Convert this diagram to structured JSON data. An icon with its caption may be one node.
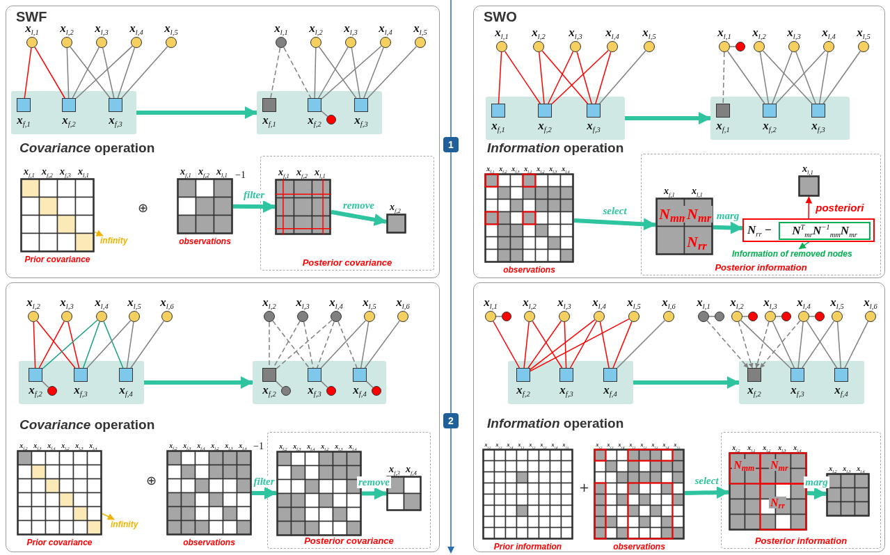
{
  "diagram": {
    "nodes": [
      {
        "text": [
          "SWF"
        ]
      },
      {
        "text": [
          "x$_{l,1}$"
        ],
        "in": 0
      },
      {
        "text": [
          "x$_{l,2}$"
        ],
        "in": 0
      },
      {
        "text": [
          "x$_{l,3}$"
        ],
        "in": 0
      },
      {
        "text": [
          "x$_{l,4}$"
        ],
        "in": 0
      },
      {
        "text": [
          "x$_{l,5}$"
        ],
        "in": 0
      },
      {
        "text": [],
        "shape": "box",
        "in": 0
      },
      {
        "text": [
          "x$_{f,1}$"
        ],
        "in": 6
      },
      {
        "text": [
          "x$_{f,2}$"
        ],
        "in": 6
      },
      {
        "text": [
          "x$_{f,3}$"
        ],
        "in": 6
      },
      {
        "text": [
          "x$_{l,1}$"
        ],
        "in": 0
      },
      {
        "text": [
          "x$_{l,2}$"
        ],
        "in": 0
      },
      {
        "text": [
          "x$_{l,3}$"
        ],
        "in": 0
      },
      {
        "text": [
          "x$_{l,4}$"
        ],
        "in": 0
      },
      {
        "text": [
          "x$_{l,5}$"
        ],
        "in": 0
      },
      {
        "text": [],
        "shape": "box",
        "in": 0
      },
      {
        "text": [
          "x$_{f,1}$"
        ],
        "in": 15
      },
      {
        "text": [
          "x$_{f,2}$"
        ],
        "in": 15
      },
      {
        "text": [
          "x$_{f,3}$"
        ],
        "in": 15
      },
      {
        "text": [],
        "shape": "circle",
        "in": 15
      },
      {
        "text": [
          "x$_{f,1}$",
          "x$_{f,2}$",
          "x$_{f,3}$",
          "x$_{l,1}$"
        ],
        "beside": [
          "Prior covariance"
        ],
        "in": 0
      },
      {
        "text": [
          "infinity"
        ],
        "in": 0
      },
      {
        "text": [
          "x$_{f,1}$",
          "x$_{f,2}$",
          "x$_{l,1}$"
        ],
        "beside": [
          "observations"
        ],
        "in": 0
      },
      {
        "text": [
          "Posterior covariance"
        ],
        "in": 0
      },
      {
        "text": [
          "x$_{f,1}$",
          "x$_{f,2}$",
          "x$_{l,1}$"
        ],
        "in": 23
      },
      {
        "text": [
          "x$_{f,2}$"
        ],
        "in": 23
      },
      {
        "text": [
          "SWO"
        ]
      },
      {
        "text": [
          "x$_{l,1}$"
        ],
        "in": 26
      },
      {
        "text": [
          "x$_{l,2}$"
        ],
        "in": 26
      },
      {
        "text": [
          "x$_{l,3}$"
        ],
        "in": 26
      },
      {
        "text": [
          "x$_{l,4}$"
        ],
        "in": 26
      },
      {
        "text": [
          "x$_{l,5}$"
        ],
        "in": 26
      },
      {
        "text": [],
        "shape": "box",
        "in": 26
      },
      {
        "text": [
          "x$_{f,1}$"
        ],
        "in": 32
      },
      {
        "text": [
          "x$_{f,2}$"
        ],
        "in": 32
      },
      {
        "text": [
          "x$_{f,3}$"
        ],
        "in": 32
      },
      {
        "text": [
          "x$_{l,1}$"
        ],
        "in": 26
      },
      {
        "text": [
          "x$_{l,2}$"
        ],
        "in": 26
      },
      {
        "text": [
          "x$_{l,3}$"
        ],
        "in": 26
      },
      {
        "text": [
          "x$_{l,4}$"
        ],
        "in": 26
      },
      {
        "text": [
          "x$_{l,5}$"
        ],
        "in": 26
      },
      {
        "text": [],
        "shape": "circle",
        "in": 26
      },
      {
        "text": [],
        "shape": "box",
        "in": 26
      },
      {
        "text": [
          "x$_{f,1}$"
        ],
        "in": 42
      },
      {
        "text": [
          "x$_{f,2}$"
        ],
        "in": 42
      },
      {
        "text": [
          "x$_{f,3}$"
        ],
        "in": 42
      },
      {
        "text": [
          "x$_{f,1}$",
          "x$_{f,2}$",
          "x$_{f,3}$",
          "x$_{l,1}$",
          "x$_{l,2}$",
          "x$_{l,3}$",
          "x$_{l,4}$"
        ],
        "beside": [
          "observations"
        ],
        "in": 26
      },
      {
        "text": [
          "Posterior information"
        ],
        "in": 26
      },
      {
        "text": [
          "x$_{f,1}$",
          "x$_{l,1}$",
          "N$_{mm}$",
          "N$_{mr}$",
          "N$_{rr}$"
        ],
        "in": 47
      },
      {
        "text": [
          "N$_{rr}$ −"
        ],
        "in": 47
      },
      {
        "text": [
          "N$^{T}$$_{mr}$N$^{−1}$$_{mm}$N$_{mr}$"
        ],
        "in": 49
      },
      {
        "text": [
          "x$_{l,1}$"
        ],
        "in": 47
      },
      {
        "text": [
          "Information of removed nodes"
        ],
        "in": 47
      },
      {
        "text": [],
        "shape": "box"
      },
      {
        "text": [
          "x$_{l,2}$"
        ],
        "in": 53
      },
      {
        "text": [
          "x$_{l,3}$"
        ],
        "in": 53
      },
      {
        "text": [
          "x$_{l,4}$"
        ],
        "in": 53
      },
      {
        "text": [
          "x$_{l,5}$"
        ],
        "in": 53
      },
      {
        "text": [
          "x$_{l,6}$"
        ],
        "in": 53
      },
      {
        "text": [],
        "shape": "box",
        "in": 53
      },
      {
        "text": [
          "x$_{f,2}$"
        ],
        "in": 59
      },
      {
        "text": [
          "x$_{f,3}$"
        ],
        "in": 59
      },
      {
        "text": [
          "x$_{f,4}$"
        ],
        "in": 59
      },
      {
        "text": [],
        "shape": "circle",
        "in": 59
      },
      {
        "text": [
          "x$_{l,2}$"
        ],
        "in": 53
      },
      {
        "text": [
          "x$_{l,3}$"
        ],
        "in": 53
      },
      {
        "text": [
          "x$_{l,4}$"
        ],
        "in": 53
      },
      {
        "text": [
          "x$_{l,5}$"
        ],
        "in": 53
      },
      {
        "text": [
          "x$_{l,6}$"
        ],
        "in": 53
      },
      {
        "text": [],
        "shape": "box",
        "in": 53
      },
      {
        "text": [
          "x$_{f,2}$"
        ],
        "in": 69
      },
      {
        "text": [
          "x$_{f,3}$"
        ],
        "in": 69
      },
      {
        "text": [
          "x$_{f,4}$"
        ],
        "in": 69
      },
      {
        "text": [],
        "shape": "circle",
        "in": 69
      },
      {
        "text": [],
        "shape": "circle",
        "in": 69
      },
      {
        "text": [],
        "shape": "circle",
        "in": 69
      },
      {
        "text": [
          "x$_{f,2}$",
          "x$_{f,3}$",
          "x$_{f,4}$",
          "x$_{l,2}$",
          "x$_{l,3}$",
          "x$_{l,4}$"
        ],
        "beside": [
          "Prior covariance"
        ],
        "in": 53
      },
      {
        "text": [
          "infinity"
        ],
        "in": 53
      },
      {
        "text": [
          "x$_{f,2}$",
          "x$_{f,3}$",
          "x$_{f,4}$",
          "x$_{l,2}$",
          "x$_{l,3}$",
          "x$_{l,4}$"
        ],
        "beside": [
          "observations"
        ],
        "in": 53
      },
      {
        "text": [
          "Posterior covariance"
        ],
        "in": 53
      },
      {
        "text": [
          "x$_{f,2}$",
          "x$_{f,3}$",
          "x$_{f,4}$",
          "x$_{l,2}$",
          "x$_{l,3}$",
          "x$_{l,4}$"
        ],
        "in": 79
      },
      {
        "text": [
          "x$_{f,3}$",
          "x$_{f,4}$"
        ],
        "in": 79
      },
      {
        "text": [],
        "shape": "box"
      },
      {
        "text": [
          "x$_{l,1}$"
        ],
        "in": 82
      },
      {
        "text": [
          "x$_{l,2}$"
        ],
        "in": 82
      },
      {
        "text": [
          "x$_{l,3}$"
        ],
        "in": 82
      },
      {
        "text": [
          "x$_{l,4}$"
        ],
        "in": 82
      },
      {
        "text": [
          "x$_{l,5}$"
        ],
        "in": 82
      },
      {
        "text": [
          "x$_{l,6}$"
        ],
        "in": 82
      },
      {
        "text": [],
        "shape": "circle",
        "in": 82
      },
      {
        "text": [],
        "shape": "box",
        "in": 82
      },
      {
        "text": [
          "x$_{f,2}$"
        ],
        "in": 90
      },
      {
        "text": [
          "x$_{f,3}$"
        ],
        "in": 90
      },
      {
        "text": [
          "x$_{f,4}$"
        ],
        "in": 90
      },
      {
        "text": [
          "x$_{l,1}$"
        ],
        "in": 82
      },
      {
        "text": [
          "x$_{l,2}$"
        ],
        "in": 82
      },
      {
        "text": [
          "x$_{l,3}$"
        ],
        "in": 82
      },
      {
        "text": [
          "x$_{l,4}$"
        ],
        "in": 82
      },
      {
        "text": [
          "x$_{l,5}$"
        ],
        "in": 82
      },
      {
        "text": [
          "x$_{l,6}$"
        ],
        "in": 82
      },
      {
        "text": [],
        "shape": "circle",
        "in": 82
      },
      {
        "text": [],
        "shape": "circle",
        "in": 82
      },
      {
        "text": [],
        "shape": "circle",
        "in": 82
      },
      {
        "text": [],
        "shape": "circle",
        "in": 82
      },
      {
        "text": [],
        "shape": "box",
        "in": 82
      },
      {
        "text": [
          "x$_{f,2}$"
        ],
        "in": 104
      },
      {
        "text": [
          "x$_{f,3}$"
        ],
        "in": 104
      },
      {
        "text": [
          "x$_{f,4}$"
        ],
        "in": 104
      },
      {
        "text": [
          "x$_{f,2}$",
          "x$_{f,3}$",
          "x$_{f,4}$",
          "x$_{l,1}$",
          "x$_{l,2}$",
          "x$_{l,3}$",
          "x$_{l,4}$",
          "x$_{l,5}$"
        ],
        "beside": [
          "Prior information"
        ],
        "in": 82
      },
      {
        "text": [
          "x$_{f,2}$",
          "x$_{f,3}$",
          "x$_{f,4}$",
          "x$_{l,1}$",
          "x$_{l,2}$",
          "x$_{l,3}$",
          "x$_{l,4}$",
          "x$_{l,5}$"
        ],
        "beside": [
          "observations"
        ],
        "in": 82
      },
      {
        "text": [
          "Posterior information"
        ],
        "in": 82
      },
      {
        "text": [
          "x$_{f,2}$",
          "x$_{l,1}$",
          "x$_{l,2}$",
          "x$_{l,3}$",
          "x$_{l,4}$",
          "N$_{mm}$",
          "N$_{mr}$",
          "N$_{rr}$"
        ],
        "in": 110
      },
      {
        "text": [
          "x$_{l,2}$",
          "x$_{l,3}$",
          "x$_{l,4}$"
        ],
        "in": 110
      }
    ],
    "edges": [
      {
        "from": 1,
        "to": 7,
        "arrow": "none",
        "color": "#ff0000"
      },
      {
        "from": 1,
        "to": 8,
        "arrow": "none",
        "color": "#ff0000"
      },
      {
        "from": 2,
        "to": 8,
        "arrow": "none"
      },
      {
        "from": 2,
        "to": 9,
        "arrow": "none"
      },
      {
        "from": 3,
        "to": 8,
        "arrow": "none"
      },
      {
        "from": 3,
        "to": 9,
        "arrow": "none"
      },
      {
        "from": 4,
        "to": 8,
        "arrow": "none"
      },
      {
        "from": 4,
        "to": 9,
        "arrow": "none"
      },
      {
        "from": 5,
        "to": 9,
        "arrow": "none"
      },
      {
        "from": 6,
        "to": 15,
        "arrow": "to",
        "style": "thick",
        "color": "#2ec4a0"
      },
      {
        "from": 10,
        "to": 16,
        "arrow": "none",
        "style": "dashed"
      },
      {
        "from": 10,
        "to": 17,
        "arrow": "none",
        "style": "dashed"
      },
      {
        "from": 11,
        "to": 17,
        "arrow": "none"
      },
      {
        "from": 11,
        "to": 18,
        "arrow": "none"
      },
      {
        "from": 12,
        "to": 17,
        "arrow": "none"
      },
      {
        "from": 12,
        "to": 18,
        "arrow": "none"
      },
      {
        "from": 13,
        "to": 17,
        "arrow": "none"
      },
      {
        "from": 13,
        "to": 18,
        "arrow": "none"
      },
      {
        "from": 14,
        "to": 18,
        "arrow": "none"
      },
      {
        "from": 17,
        "to": 19,
        "arrow": "none"
      },
      {
        "from": 20,
        "to": 21,
        "arrow": "to",
        "color": "#f0b400"
      },
      {
        "from": 22,
        "to": 24,
        "arrow": "to",
        "style": "thick",
        "color": "#2ec4a0",
        "label": "filter"
      },
      {
        "from": 24,
        "to": 25,
        "arrow": "to",
        "style": "thick",
        "color": "#2ec4a0",
        "label": "remove"
      },
      {
        "from": 27,
        "to": 33,
        "arrow": "none",
        "color": "#ff0000"
      },
      {
        "from": 27,
        "to": 34,
        "arrow": "none",
        "color": "#ff0000"
      },
      {
        "from": 28,
        "to": 34,
        "arrow": "none",
        "color": "#ff0000"
      },
      {
        "from": 28,
        "to": 35,
        "arrow": "none",
        "color": "#ff0000"
      },
      {
        "from": 29,
        "to": 34,
        "arrow": "none",
        "color": "#ff0000"
      },
      {
        "from": 29,
        "to": 35,
        "arrow": "none",
        "color": "#ff0000"
      },
      {
        "from": 30,
        "to": 34,
        "arrow": "none",
        "color": "#ff0000"
      },
      {
        "from": 30,
        "to": 35,
        "arrow": "none",
        "color": "#ff0000"
      },
      {
        "from": 31,
        "to": 35,
        "arrow": "none"
      },
      {
        "from": 32,
        "to": 42,
        "arrow": "to",
        "style": "thick",
        "color": "#2ec4a0"
      },
      {
        "from": 36,
        "to": 41,
        "arrow": "none"
      },
      {
        "from": 36,
        "to": 43,
        "arrow": "none",
        "style": "dashed"
      },
      {
        "from": 36,
        "to": 44,
        "arrow": "none"
      },
      {
        "from": 37,
        "to": 44,
        "arrow": "none"
      },
      {
        "from": 37,
        "to": 45,
        "arrow": "none"
      },
      {
        "from": 38,
        "to": 44,
        "arrow": "none"
      },
      {
        "from": 38,
        "to": 45,
        "arrow": "none"
      },
      {
        "from": 39,
        "to": 44,
        "arrow": "none"
      },
      {
        "from": 39,
        "to": 45,
        "arrow": "none"
      },
      {
        "from": 40,
        "to": 45,
        "arrow": "none"
      },
      {
        "from": 46,
        "to": 48,
        "arrow": "to",
        "style": "thick",
        "color": "#2ec4a0",
        "label": "select"
      },
      {
        "from": 48,
        "to": 49,
        "arrow": "to",
        "style": "thick",
        "color": "#2ec4a0",
        "label": "marg"
      },
      {
        "from": 49,
        "to": 51,
        "arrow": "to",
        "color": "#ff0000",
        "label": "posteriori"
      },
      {
        "from": 50,
        "to": 52,
        "arrow": "to",
        "color": "#00b050"
      },
      {
        "from": 54,
        "to": 60,
        "arrow": "none",
        "color": "#ff0000"
      },
      {
        "from": 54,
        "to": 61,
        "arrow": "none",
        "color": "#ff0000"
      },
      {
        "from": 55,
        "to": 60,
        "arrow": "none",
        "color": "#ff0000"
      },
      {
        "from": 55,
        "to": 61,
        "arrow": "none",
        "color": "#ff0000"
      },
      {
        "from": 56,
        "to": 60,
        "arrow": "none",
        "color": "#17a085"
      },
      {
        "from": 56,
        "to": 61,
        "arrow": "none",
        "color": "#17a085"
      },
      {
        "from": 56,
        "to": 62,
        "arrow": "none",
        "color": "#17a085"
      },
      {
        "from": 57,
        "to": 61,
        "arrow": "none"
      },
      {
        "from": 57,
        "to": 62,
        "arrow": "none"
      },
      {
        "from": 58,
        "to": 62,
        "arrow": "none"
      },
      {
        "from": 60,
        "to": 63,
        "arrow": "none"
      },
      {
        "from": 59,
        "to": 69,
        "arrow": "to",
        "style": "thick",
        "color": "#2ec4a0"
      },
      {
        "from": 64,
        "to": 70,
        "arrow": "none",
        "style": "dashed"
      },
      {
        "from": 64,
        "to": 71,
        "arrow": "none",
        "style": "dashed"
      },
      {
        "from": 65,
        "to": 70,
        "arrow": "none",
        "style": "dashed"
      },
      {
        "from": 65,
        "to": 71,
        "arrow": "none",
        "style": "dashed"
      },
      {
        "from": 66,
        "to": 70,
        "arrow": "none",
        "style": "dashed"
      },
      {
        "from": 66,
        "to": 71,
        "arrow": "none",
        "style": "dashed"
      },
      {
        "from": 66,
        "to": 72,
        "arrow": "none",
        "style": "dashed"
      },
      {
        "from": 67,
        "to": 71,
        "arrow": "none"
      },
      {
        "from": 67,
        "to": 72,
        "arrow": "none"
      },
      {
        "from": 68,
        "to": 72,
        "arrow": "none"
      },
      {
        "from": 70,
        "to": 73,
        "arrow": "none"
      },
      {
        "from": 71,
        "to": 74,
        "arrow": "none"
      },
      {
        "from": 72,
        "to": 75,
        "arrow": "none"
      },
      {
        "from": 76,
        "to": 77,
        "arrow": "to",
        "color": "#f0b400"
      },
      {
        "from": 78,
        "to": 80,
        "arrow": "to",
        "style": "thick",
        "color": "#2ec4a0",
        "label": "filter"
      },
      {
        "from": 80,
        "to": 81,
        "arrow": "to",
        "style": "thick",
        "color": "#2ec4a0",
        "label": "remove"
      },
      {
        "from": 83,
        "to": 89,
        "arrow": "none"
      },
      {
        "from": 83,
        "to": 91,
        "arrow": "none",
        "color": "#ff0000"
      },
      {
        "from": 84,
        "to": 91,
        "arrow": "none",
        "color": "#ff0000"
      },
      {
        "from": 84,
        "to": 92,
        "arrow": "none",
        "color": "#ff0000"
      },
      {
        "from": 85,
        "to": 91,
        "arrow": "none",
        "color": "#ff0000"
      },
      {
        "from": 85,
        "to": 92,
        "arrow": "none",
        "color": "#ff0000"
      },
      {
        "from": 86,
        "to": 91,
        "arrow": "none",
        "color": "#ff0000"
      },
      {
        "from": 86,
        "to": 92,
        "arrow": "none",
        "color": "#ff0000"
      },
      {
        "from": 86,
        "to": 93,
        "arrow": "none",
        "color": "#ff0000"
      },
      {
        "from": 87,
        "to": 91,
        "arrow": "none",
        "color": "#ff0000"
      },
      {
        "from": 87,
        "to": 93,
        "arrow": "none",
        "color": "#ff0000"
      },
      {
        "from": 88,
        "to": 93,
        "arrow": "none"
      },
      {
        "from": 90,
        "to": 104,
        "arrow": "to",
        "style": "thick",
        "color": "#2ec4a0"
      },
      {
        "from": 94,
        "to": 100,
        "arrow": "none"
      },
      {
        "from": 95,
        "to": 101,
        "arrow": "none"
      },
      {
        "from": 96,
        "to": 102,
        "arrow": "none"
      },
      {
        "from": 97,
        "to": 103,
        "arrow": "none"
      },
      {
        "from": 94,
        "to": 105,
        "arrow": "to",
        "style": "dashed"
      },
      {
        "from": 95,
        "to": 105,
        "arrow": "to",
        "style": "dashed"
      },
      {
        "from": 96,
        "to": 105,
        "arrow": "to",
        "style": "dashed"
      },
      {
        "from": 97,
        "to": 105,
        "arrow": "to",
        "style": "dashed"
      },
      {
        "from": 95,
        "to": 106,
        "arrow": "none"
      },
      {
        "from": 96,
        "to": 106,
        "arrow": "none"
      },
      {
        "from": 97,
        "to": 106,
        "arrow": "none"
      },
      {
        "from": 97,
        "to": 107,
        "arrow": "none"
      },
      {
        "from": 98,
        "to": 106,
        "arrow": "none"
      },
      {
        "from": 98,
        "to": 107,
        "arrow": "none"
      },
      {
        "from": 99,
        "to": 107,
        "arrow": "none"
      },
      {
        "from": 109,
        "to": 111,
        "arrow": "to",
        "style": "thick",
        "color": "#2ec4a0",
        "label": "select"
      },
      {
        "from": 111,
        "to": 112,
        "arrow": "to",
        "style": "thick",
        "color": "#2ec4a0",
        "label": "marg"
      }
    ],
    "labels": [
      "*Covariance* operation",
      "⊕",
      "−1",
      "*Information* operation",
      "1",
      "*Covariance* operation",
      "⊕",
      "−1",
      "*Information* operation",
      "+",
      "2"
    ]
  }
}
